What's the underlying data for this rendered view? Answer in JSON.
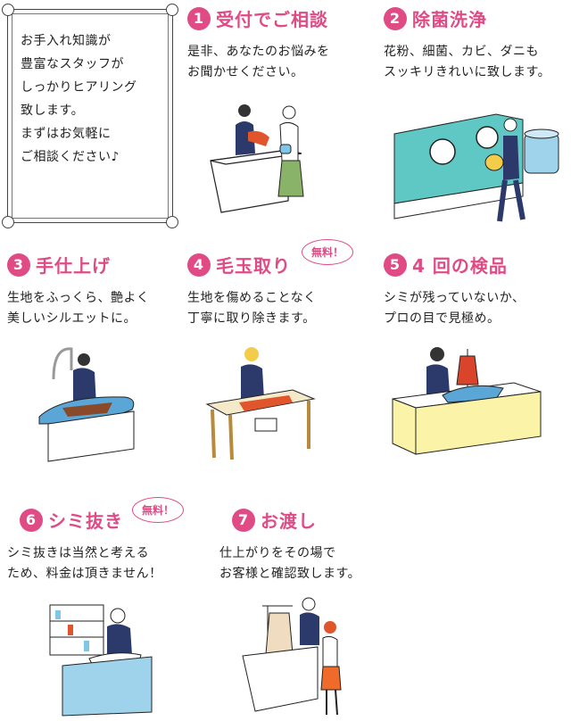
{
  "intro": {
    "lines": [
      "お手入れ知識が",
      "豊富なスタッフが",
      "しっかりヒアリング",
      "致します。",
      "まずはお気軽に",
      "ご相談ください♪"
    ]
  },
  "badge_label": "無料！",
  "steps": [
    {
      "number": "1",
      "title": "受付でご相談",
      "desc": [
        "是非、あなたのお悩みを",
        "お聞かせください。"
      ]
    },
    {
      "number": "2",
      "title": "除菌洗浄",
      "desc": [
        "花粉、細菌、カビ、ダニも",
        "スッキリきれいに致します。"
      ]
    },
    {
      "number": "3",
      "title": "手仕上げ",
      "desc": [
        "生地をふっくら、艶よく",
        "美しいシルエットに。"
      ]
    },
    {
      "number": "4",
      "title": "毛玉取り",
      "desc": [
        "生地を傷めることなく",
        "丁寧に取り除きます。"
      ]
    },
    {
      "number": "5",
      "title": "4 回の検品",
      "desc": [
        "シミが残っていないか、",
        "プロの目で見極め。"
      ]
    },
    {
      "number": "6",
      "title": "シミ抜き",
      "desc": [
        "シミ抜きは当然と考える",
        "ため、料金は頂きません！"
      ]
    },
    {
      "number": "7",
      "title": "お渡し",
      "desc": [
        "仕上がりをその場で",
        "お客様と確認致します。"
      ]
    }
  ],
  "colors": {
    "accent": "#e04b86",
    "counter_blue": "#9fd3ec",
    "inspect_yellow": "#fbf3a8",
    "machine_teal": "#5fc8c4"
  }
}
